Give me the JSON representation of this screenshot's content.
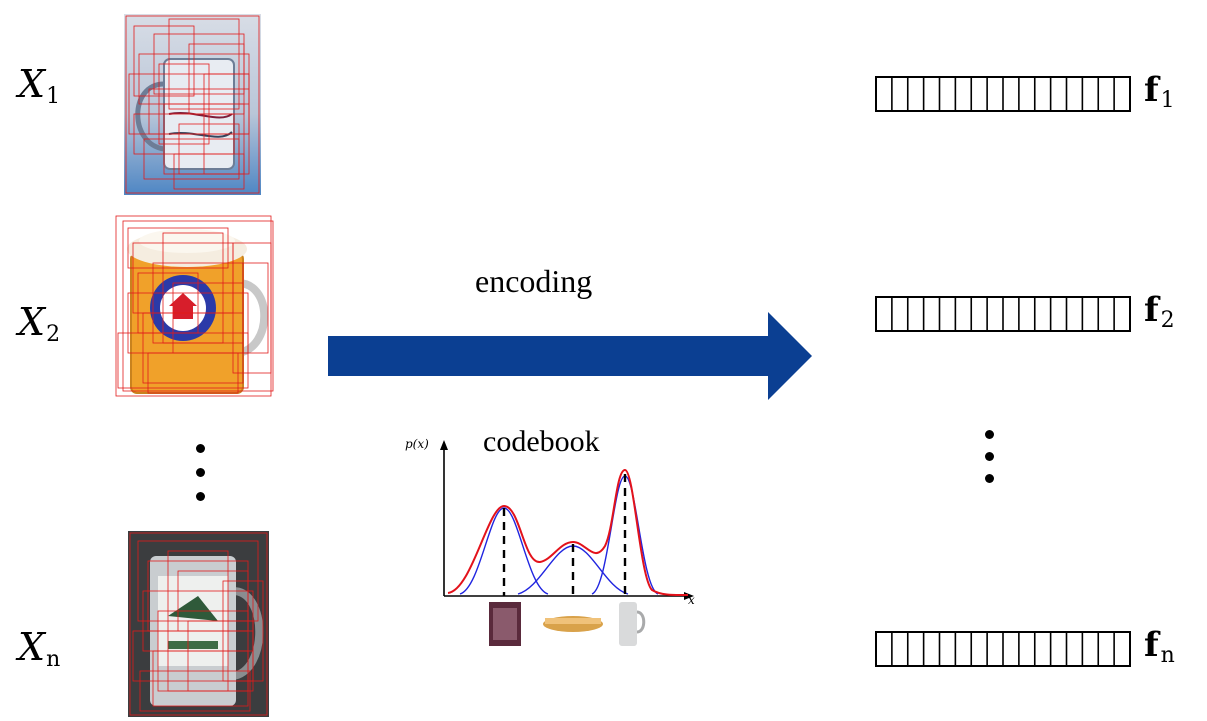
{
  "inputs": [
    {
      "symbol": "X",
      "subscript": "1"
    },
    {
      "symbol": "X",
      "subscript": "2"
    },
    {
      "symbol": "X",
      "subscript": "n"
    }
  ],
  "features": [
    {
      "symbol": "f",
      "subscript": "1"
    },
    {
      "symbol": "f",
      "subscript": "2"
    },
    {
      "symbol": "f",
      "subscript": "n"
    }
  ],
  "arrow_label": "encoding",
  "codebook_label": "codebook",
  "plot": {
    "y_label": "p(x)",
    "x_label": "x"
  },
  "colors": {
    "arrow": "#0b3f92",
    "mixture_curve": "#e3121b",
    "component_curve": "#2025e0",
    "box_overlay": "#e11b1b"
  }
}
